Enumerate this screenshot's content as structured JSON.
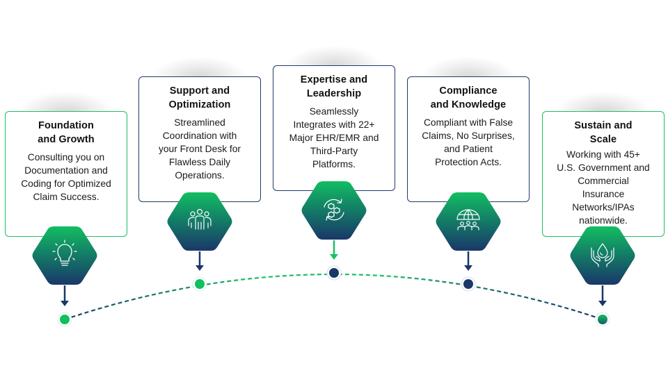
{
  "title": "Service pillars timeline",
  "colors": {
    "green": "#19c064",
    "navy": "#1a3769",
    "hex_top": "#13be62",
    "hex_bottom": "#1a3769",
    "dot_green": "#10bf5f",
    "dot_navy": "#1a3769"
  },
  "steps": [
    {
      "title": "Foundation\nand Growth",
      "body": "Consulting you on\nDocumentation and\nCoding for Optimized\nClaim Success.",
      "icon": "lightbulb-icon",
      "border": "green",
      "arrow": "navy",
      "dot": "green"
    },
    {
      "title": "Support and\nOptimization",
      "body": "Streamlined\nCoordination with\nyour Front Desk for\nFlawless Daily\nOperations.",
      "icon": "team-icon",
      "border": "navy",
      "arrow": "navy",
      "dot": "green"
    },
    {
      "title": "Expertise and\nLeadership",
      "body": "Seamlessly\nIntegrates with 22+\nMajor EHR/EMR and\nThird-Party\nPlatforms.",
      "icon": "integration-sync-icon",
      "border": "navy",
      "arrow": "green",
      "dot": "navy"
    },
    {
      "title": "Compliance\nand Knowledge",
      "body": "Compliant with False\nClaims, No Surprises,\nand Patient\nProtection Acts.",
      "icon": "global-people-icon",
      "border": "navy",
      "arrow": "navy",
      "dot": "navy"
    },
    {
      "title": "Sustain and\nScale",
      "body": "Working with 45+\nU.S. Government and\nCommercial\nInsurance\nNetworks/IPAs\nnationwide.",
      "icon": "hands-water-drop-icon",
      "border": "green",
      "arrow": "navy",
      "dot": "gradient"
    }
  ]
}
